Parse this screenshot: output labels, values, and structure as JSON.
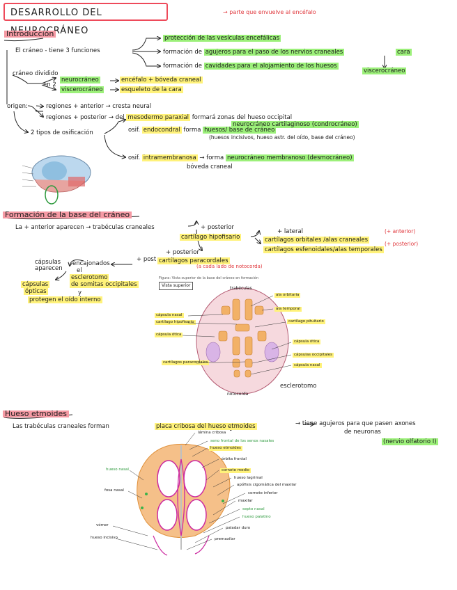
{
  "header": {
    "title": "DESARROLLO DEL NEUROCRÁNEO",
    "note": "→ parte que envuelve al encéfalo"
  },
  "intro": {
    "heading": "Introducción",
    "root": "El cráneo - tiene 3 funciones",
    "f1": "protección de las vesículas encefálicas",
    "f2a": "formación de",
    "f2b": "agujeros para el paso de los nervios craneales",
    "f3a": "formación de",
    "f3b": "cavidades para el alojamiento de los huesos",
    "f3c": "cara",
    "f3d": "viscerocráneo",
    "div": "cráneo dividido",
    "in2": "en 2",
    "neuro": "neurocráneo",
    "neuro_d": "encéfalo + bóveda craneal",
    "visc": "viscerocráneo",
    "visc_d": "esqueleto de la cara",
    "origen": "origen:",
    "o1a": "regiones + anterior → cresta neural",
    "o2a": "regiones + posterior → del",
    "o2b": "mesodermo paraxial",
    "o2c": "formará zonas del hueso occipital",
    "o2d": "neurocráneo cartilaginoso (condrocráneo)",
    "tipos": "2 tipos de osificación",
    "t1a": "osif.",
    "t1b": "endocondral",
    "t1c": "forma",
    "t1d": "huesos/ base de cráneo",
    "t1e": "(huesos incisivos, hueso astr. del oído, base del cráneo)",
    "t2a": "osif.",
    "t2b": "intramembranosa",
    "t2c": "→ forma",
    "t2d": "neurocráneo membranoso (desmocráneo)",
    "t2e": "bóveda craneal"
  },
  "base": {
    "heading": "Formación de la base del cráneo",
    "line": "La + anterior aparecen → trabéculas craneales",
    "post1": "+ posterior",
    "hipo": "cartílago hipofisario",
    "lat": "+ lateral",
    "orb": "cartílagos orbitales /alas craneales",
    "orb_n": "(+ anterior)",
    "temp": "cartílagos esfenoidales/alas temporales",
    "temp_n": "(+ posterior)",
    "post2": "+ posterior",
    "para": "cartílagos paracordales",
    "para_n": "(a cada lado de notocorda)",
    "cap_a": "cápsulas",
    "cap_b": "aparecen",
    "ens1": "encajonados",
    "ens2": "el",
    "ens3": "esclerotomo",
    "ens4": "de somitas occipitales",
    "post3": "+ post",
    "op1": "cápsulas",
    "op2": "ópticas",
    "op3": "y",
    "op4": "protegen el oído interno",
    "fig_caption": "Figura: Vista superior de la base del cráneo en formación",
    "fig_left_box": "Vista superior",
    "fig_top": "trabéculas",
    "fig_bottom": "notocorda",
    "fig_right_note": "esclerotomo",
    "left_labels": [
      "cápsula nasal",
      "cartílago hipofisario",
      "cápsula ótica",
      "cartílagos paracordales"
    ],
    "right_labels": [
      "ala orbitaria",
      "ala temporal",
      "cartílago pituitario",
      "cápsula ótica",
      "cápsulas occipitales",
      "cápsula nasal"
    ]
  },
  "etm": {
    "heading": "Hueso etmoides",
    "line_a": "Las trabéculas craneales forman",
    "line_b": "placa cribosa del hueso etmoides",
    "line_c": "→ tiene agujeros para que pasen axones",
    "line_d": "de neuronas",
    "line_e": "(nervio olfatorio I)",
    "labels_right": [
      "lámina cribosa",
      "seno frontal de los senos nasales",
      "hueso etmoides",
      "órbita frontal",
      "cornete medio",
      "hueso lagrimal",
      "apófisis cigomática del maxilar",
      "cornete inferior",
      "maxilar",
      "septo nasal",
      "hueso palatino",
      "paladar duro",
      "premaxilar"
    ],
    "labels_left": [
      "hueso nasal",
      "fosa nasal",
      "vómer",
      "hueso incisivo"
    ]
  }
}
